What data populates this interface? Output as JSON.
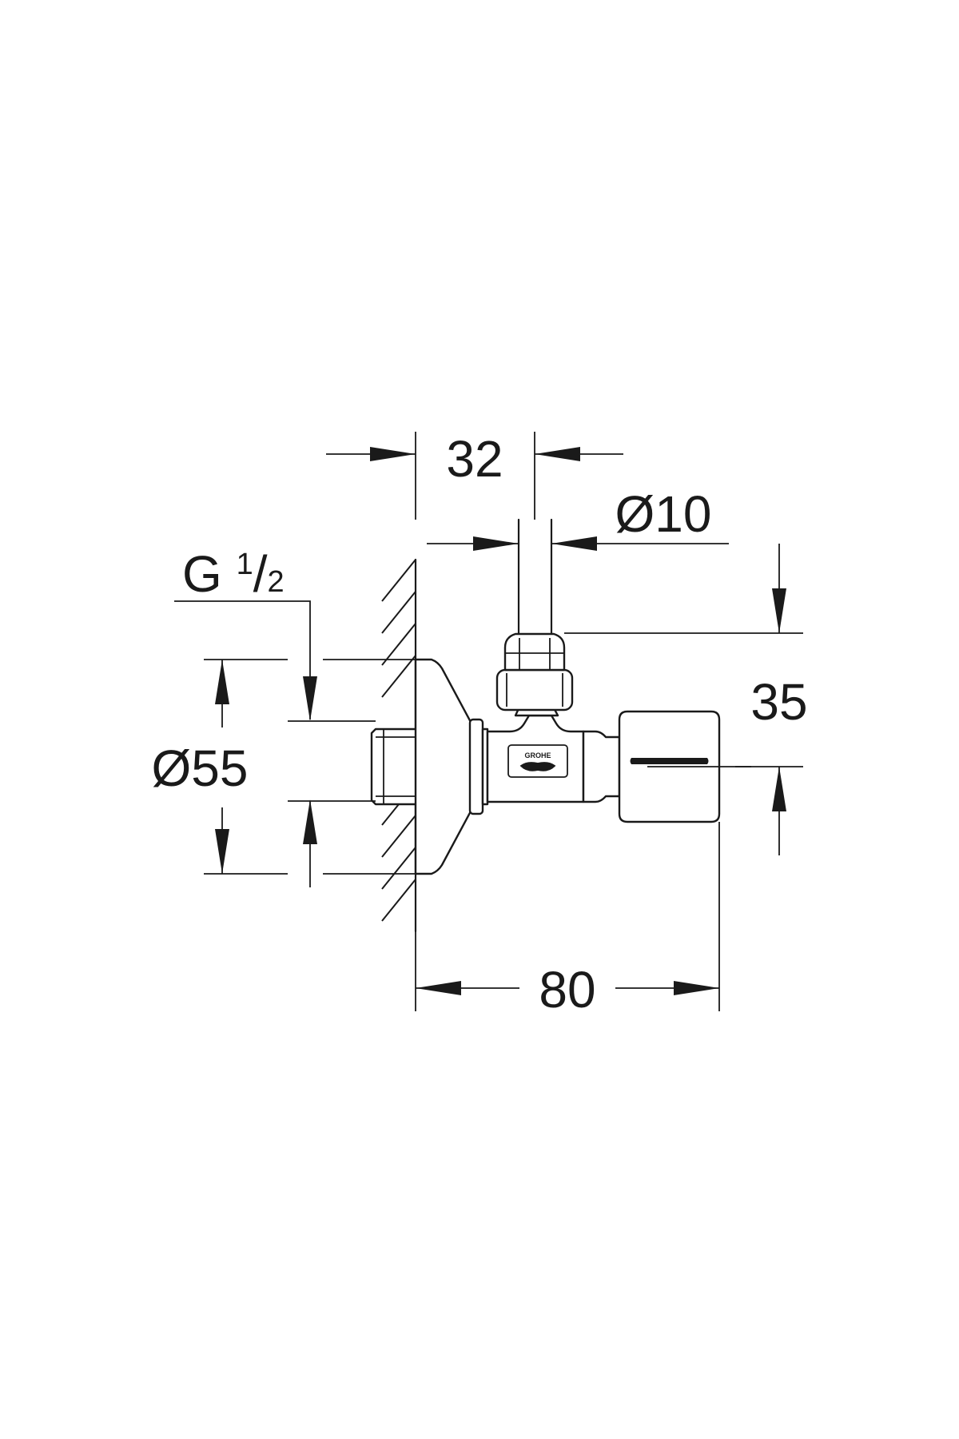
{
  "dimensions": {
    "width_top": "32",
    "pipe_diameter": "Ø10",
    "thread_prefix": "G",
    "thread_num": "1",
    "thread_slash": "/",
    "thread_den": "2",
    "rosette_diameter": "Ø55",
    "height_offset": "35",
    "total_depth": "80"
  },
  "logo": {
    "text": "GROHE"
  }
}
